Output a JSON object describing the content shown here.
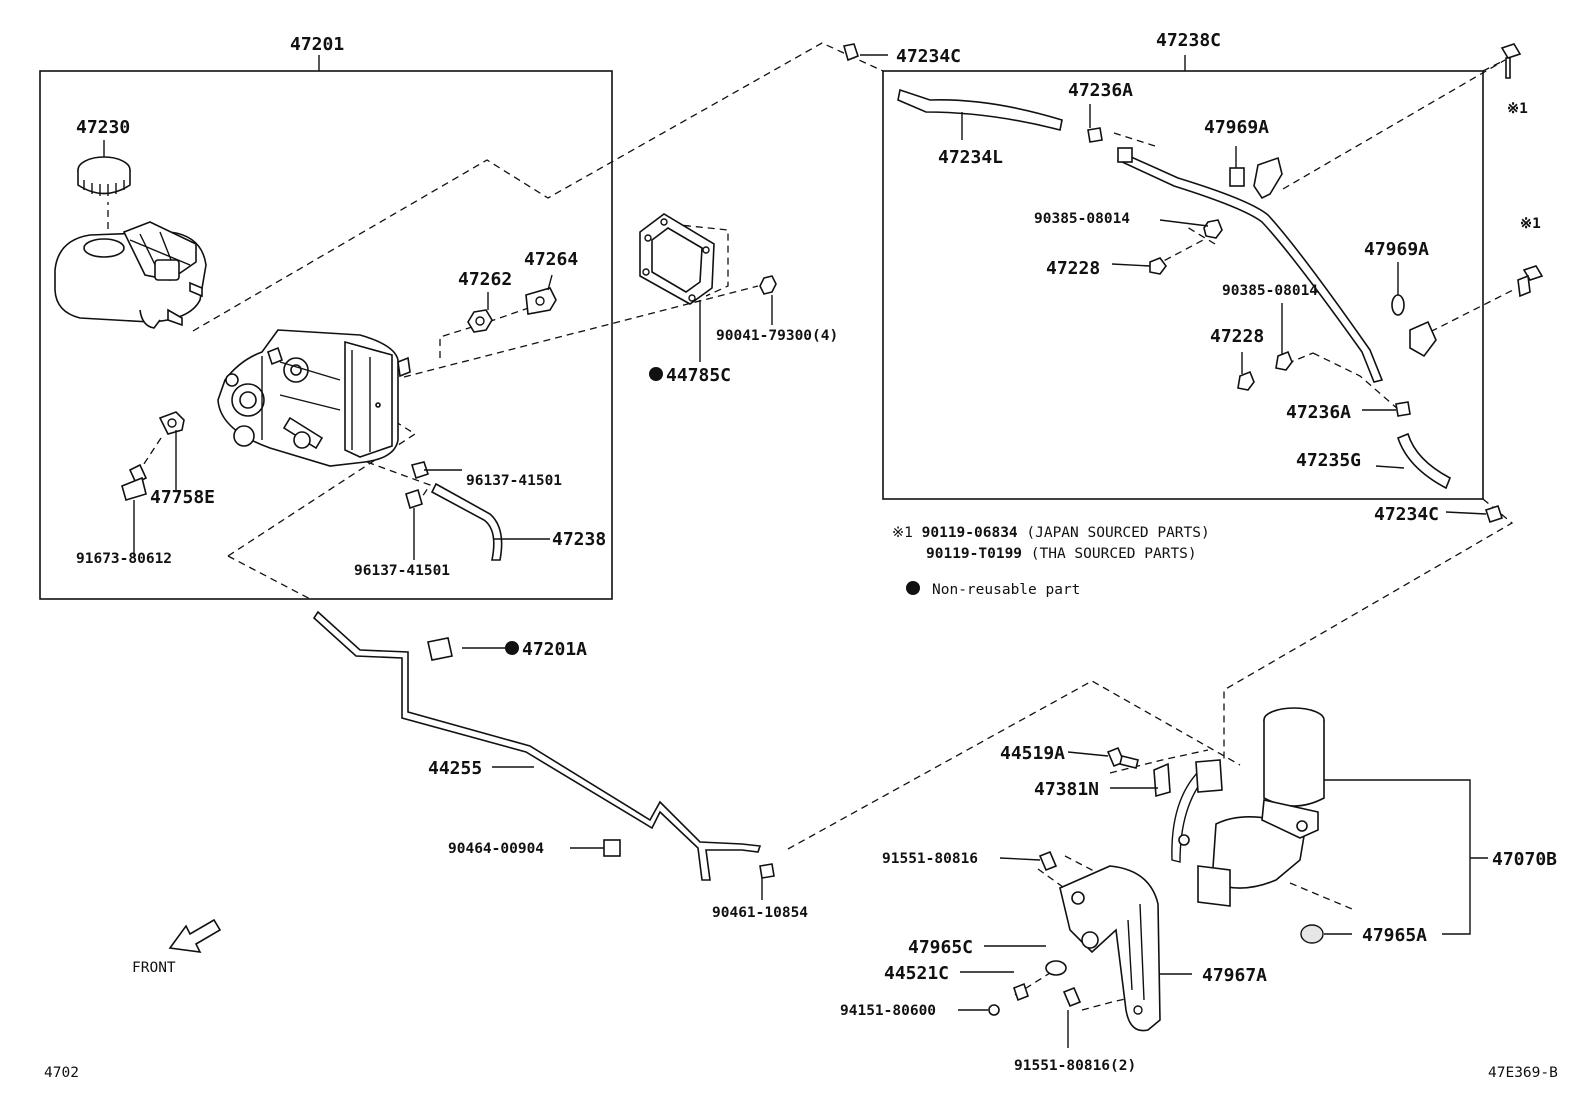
{
  "labels": {
    "p47201": "47201",
    "p47230": "47230",
    "p47262": "47262",
    "p47264": "47264",
    "p47758E": "47758E",
    "p91673_80612": "91673-80612",
    "p96137_41501_a": "96137-41501",
    "p96137_41501_b": "96137-41501",
    "p47238": "47238",
    "p90041_79300": "90041-79300(4)",
    "p44785C": "44785C",
    "p47234C_top": "47234C",
    "p47238C": "47238C",
    "p47236A_top": "47236A",
    "p47234L": "47234L",
    "p47969A_top": "47969A",
    "p90385_08014_a": "90385-08014",
    "p47228_a": "47228",
    "p47969A_mid": "47969A",
    "p90385_08014_b": "90385-08014",
    "p47228_b": "47228",
    "p47236A_bot": "47236A",
    "p47235G": "47235G",
    "p47234C_bot": "47234C",
    "p47201A": "47201A",
    "p44255": "44255",
    "p90464_00904": "90464-00904",
    "p90461_10854": "90461-10854",
    "p44519A": "44519A",
    "p47381N": "47381N",
    "p91551_80816": "91551-80816",
    "p47965C": "47965C",
    "p44521C": "44521C",
    "p94151_80600": "94151-80600",
    "p91551_80816_2": "91551-80816(2)",
    "p47967A": "47967A",
    "p47965A": "47965A",
    "p47070B": "47070B",
    "mark1_a": "※1",
    "mark1_b": "※1"
  },
  "notes": {
    "ref_mark": "※1",
    "line1_part": "90119-06834",
    "line1_text": "(JAPAN SOURCED PARTS)",
    "line2_part": "90119-T0199",
    "line2_text": "(THA SOURCED PARTS)",
    "bullet_text": "Non-reusable part"
  },
  "footer": {
    "front": "FRONT",
    "left_code": "4702",
    "right_code": "47E369-B"
  }
}
